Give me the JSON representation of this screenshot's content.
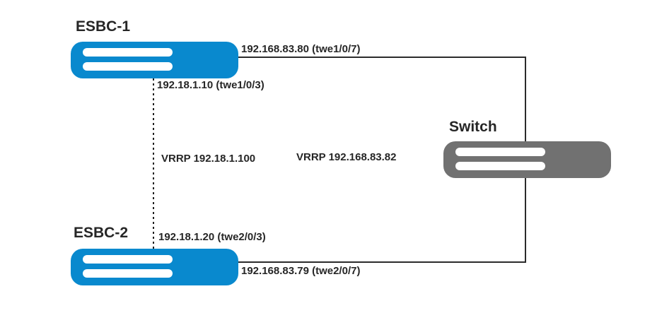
{
  "diagram": {
    "type": "network-topology",
    "colors": {
      "esbc_device": "#0989ce",
      "switch_device": "#717171",
      "line": "#2b2b2b",
      "text": "#262626",
      "background": "#ffffff"
    },
    "devices": [
      {
        "name": "ESBC-1",
        "kind": "esbc",
        "color": "#0989ce"
      },
      {
        "name": "ESBC-2",
        "kind": "esbc",
        "color": "#0989ce"
      },
      {
        "name": "Switch",
        "kind": "switch",
        "color": "#717171"
      }
    ],
    "interface_labels": {
      "esbc1_wan": "192.168.83.80 (twe1/0/7)",
      "esbc1_ha": "192.18.1.10 (twe1/0/3)",
      "vrrp_ha": "VRRP 192.18.1.100",
      "vrrp_wan": "VRRP 192.168.83.82",
      "esbc2_ha": "192.18.1.20 (twe2/0/3)",
      "esbc2_wan": "192.168.83.79 (twe2/0/7)"
    },
    "connections": [
      {
        "from": "ESBC-1",
        "to": "Switch",
        "style": "solid",
        "label": "192.168.83.80 (twe1/0/7)"
      },
      {
        "from": "ESBC-2",
        "to": "Switch",
        "style": "solid",
        "label": "192.168.83.79 (twe2/0/7)"
      },
      {
        "from": "ESBC-1",
        "to": "ESBC-2",
        "style": "dashed",
        "labels": [
          "192.18.1.10 (twe1/0/3)",
          "192.18.1.20 (twe2/0/3)",
          "VRRP 192.18.1.100"
        ]
      }
    ]
  }
}
